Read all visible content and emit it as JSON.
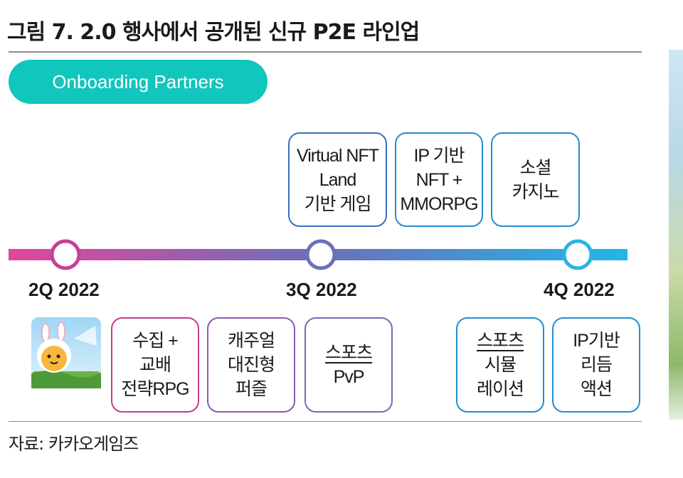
{
  "figure_title": "그림 7. 2.0 행사에서 공개된 신규 P2E 라인업",
  "badge_label": "Onboarding Partners",
  "colors": {
    "badge": "#11c6bc",
    "timeline_start": "#e0479a",
    "timeline_mid": "#6d6fb8",
    "timeline_end": "#22b6e8",
    "box_magenta": "#c93a8e",
    "box_purple": "#8a5bb0",
    "box_blue": "#3b6fc0",
    "box_sky": "#1f8fcf"
  },
  "top_boxes": [
    {
      "lines": [
        "Virtual NFT",
        "Land",
        "기반 게임"
      ]
    },
    {
      "lines": [
        "IP 기반",
        "NFT +",
        "MMORPG"
      ]
    },
    {
      "lines": [
        "소셜",
        "카지노"
      ]
    }
  ],
  "quarters": [
    "2Q 2022",
    "3Q 2022",
    "4Q 2022"
  ],
  "bottom_boxes": [
    {
      "lines": [
        "수집 +",
        "교배",
        "전략RPG"
      ]
    },
    {
      "lines": [
        "캐주얼",
        "대진형",
        "퍼즐"
      ]
    },
    {
      "lines": [
        "스포츠",
        "PvP"
      ]
    },
    {
      "lines": [
        "스포츠",
        "시뮬",
        "레이션"
      ]
    },
    {
      "lines": [
        "IP기반",
        "리듬",
        "액션"
      ]
    }
  ],
  "source": "자료: 카카오게임즈",
  "icons": {
    "game_thumbnail": "character-game-icon"
  }
}
